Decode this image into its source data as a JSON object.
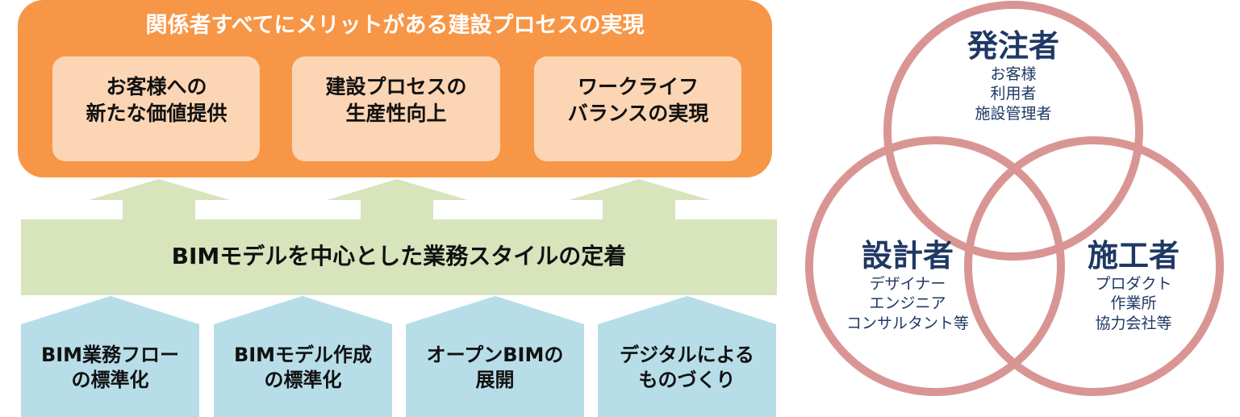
{
  "title": "関係者すべてにメリットがある建設プロセスの実現",
  "goals": [
    "お客様への\n新たな価値提供",
    "建設プロセスの\n生産性向上",
    "ワークライフ\nバランスの実現"
  ],
  "band": "BIMモデルを中心とした業務スタイルの定着",
  "foundations": [
    "BIM業務フロー\nの標準化",
    "BIMモデル作成\nの標準化",
    "オープンBIMの\n展開",
    "デジタルによる\nものづくり"
  ],
  "roles": [
    {
      "name": "発注者",
      "members": [
        "お客様",
        "利用者",
        "施設管理者"
      ]
    },
    {
      "name": "設計者",
      "members": [
        "デザイナー",
        "エンジニア",
        "コンサルタント等"
      ]
    },
    {
      "name": "施工者",
      "members": [
        "プロダクト",
        "作業所",
        "協力会社等"
      ]
    }
  ],
  "colors": {
    "orange": "#f79646",
    "peach": "#fcd5b4",
    "green": "#d7e4bc",
    "blue": "#b7dde8",
    "circle": "#d99594",
    "navy": "#1f3864"
  }
}
